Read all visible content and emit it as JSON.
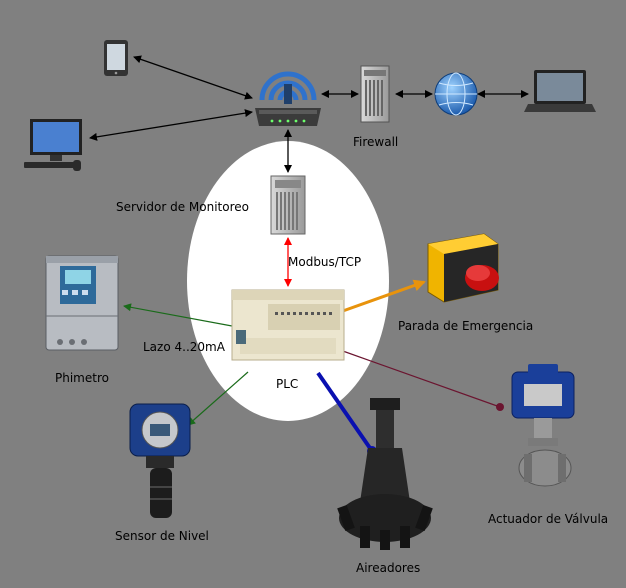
{
  "labels": {
    "firewall": "Firewall",
    "server": "Servidor de Monitoreo",
    "protocol": "Modbus/TCP",
    "emergency_stop": "Parada de Emergencia",
    "loop": "Lazo 4..20mA",
    "plc": "PLC",
    "ph_meter": "Phimetro",
    "level_sensor": "Sensor de Nivel",
    "aerators": "Aireadores",
    "valve_actuator": "Actuador de Válvula"
  },
  "colors": {
    "background": "#808080",
    "ellipse": "#ffffff",
    "network_link": "#000000",
    "modbus_link": "#ff0000",
    "emergency_link": "#e8930c",
    "analog_link": "#1a6b1a",
    "valve_link": "#6b1530",
    "aerator_link": "#0a10b0"
  }
}
